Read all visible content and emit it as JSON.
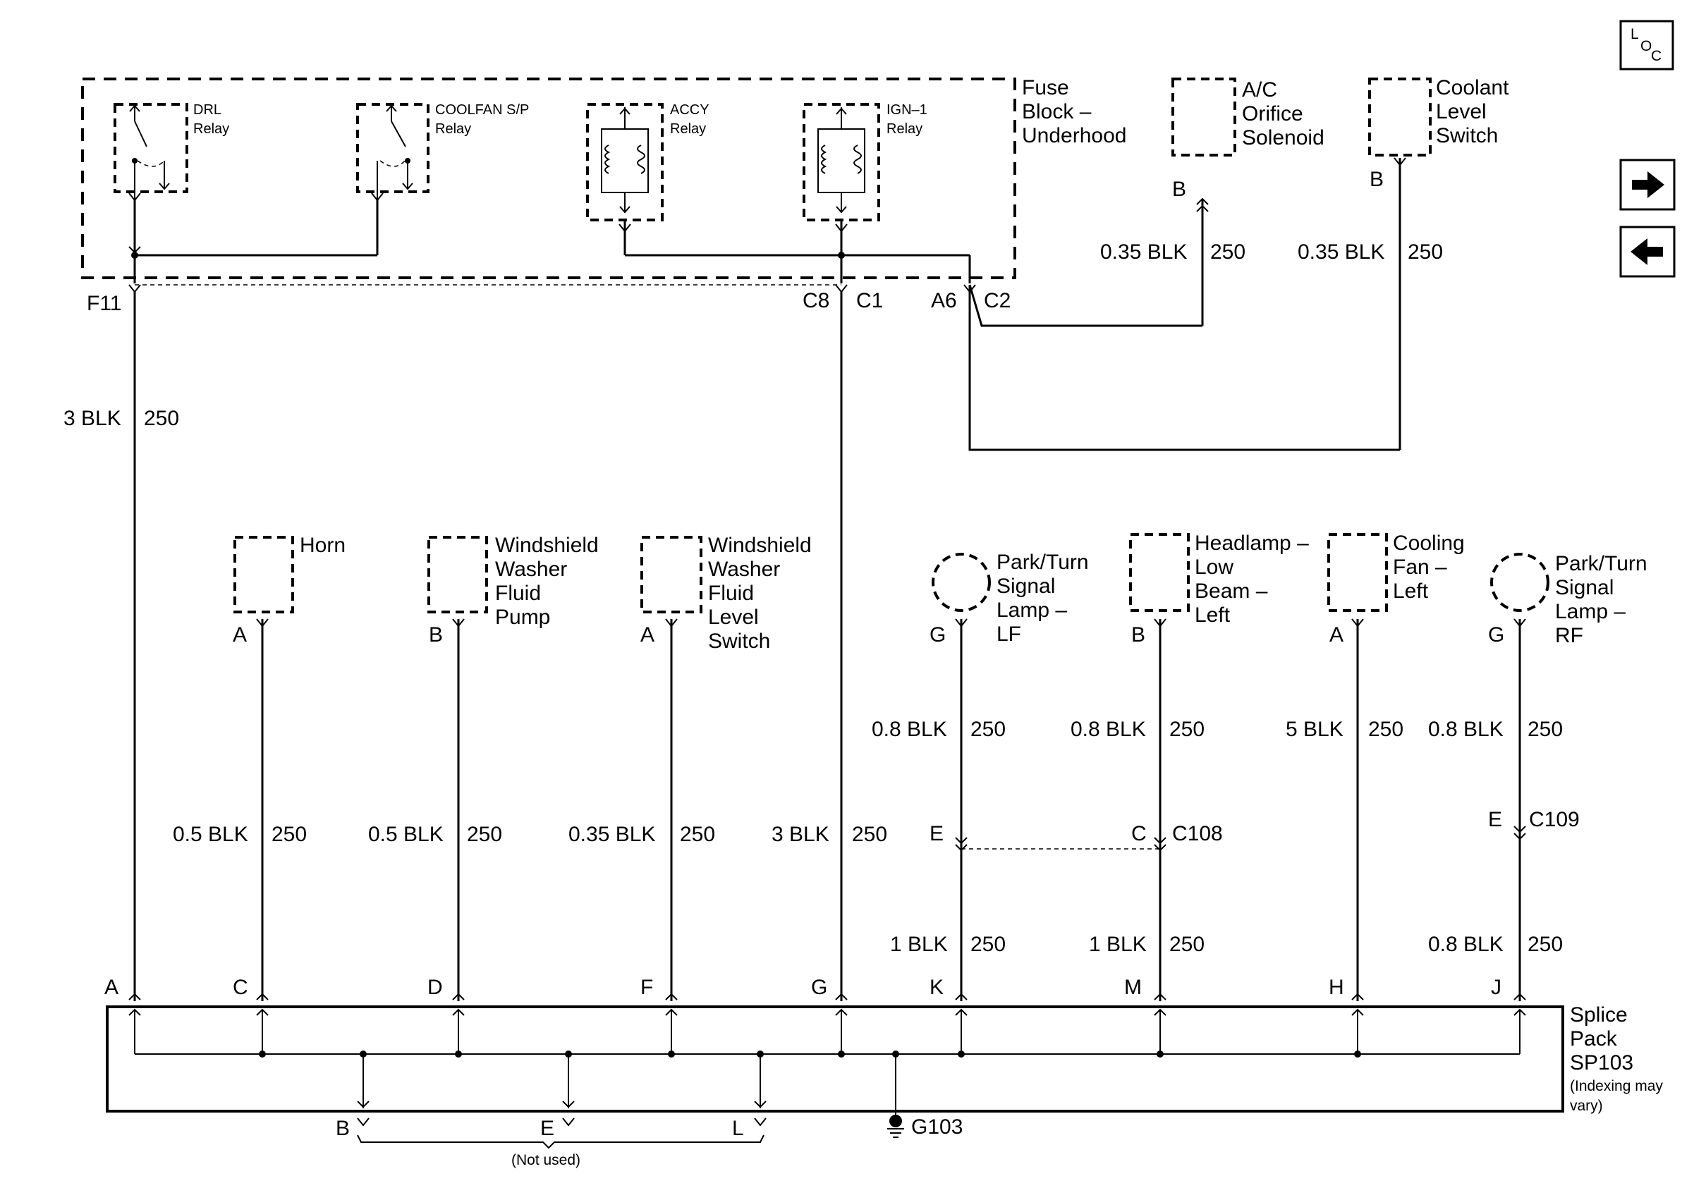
{
  "nav": {
    "loc_letters": [
      "L",
      "O",
      "C"
    ]
  },
  "fuse_block": {
    "label_lines": [
      "Fuse",
      "Block –",
      "Underhood"
    ],
    "relays": [
      {
        "lines": [
          "DRL",
          "Relay"
        ]
      },
      {
        "lines": [
          "COOLFAN S/P",
          "Relay"
        ]
      },
      {
        "lines": [
          "ACCY",
          "Relay"
        ]
      },
      {
        "lines": [
          "IGN–1",
          "Relay"
        ]
      }
    ],
    "pins": {
      "f11": "F11",
      "c8": "C8",
      "c1": "C1",
      "a6": "A6",
      "c2": "C2"
    }
  },
  "top_components": [
    {
      "lines": [
        "A/C",
        "Orifice",
        "Solenoid"
      ],
      "pin": "B",
      "wire": "0.35 BLK",
      "circuit": "250"
    },
    {
      "lines": [
        "Coolant",
        "Level",
        "Switch"
      ],
      "pin": "B",
      "wire": "0.35 BLK",
      "circuit": "250"
    }
  ],
  "main_wires": [
    {
      "wire": "3 BLK",
      "circuit": "250"
    },
    {
      "wire": "3 BLK",
      "circuit": "250"
    }
  ],
  "components": [
    {
      "lines": [
        "Horn"
      ],
      "pin": "A",
      "wire": "0.5 BLK",
      "circuit": "250"
    },
    {
      "lines": [
        "Windshield",
        "Washer",
        "Fluid",
        "Pump"
      ],
      "pin": "B",
      "wire": "0.5 BLK",
      "circuit": "250"
    },
    {
      "lines": [
        "Windshield",
        "Washer",
        "Fluid",
        "Level",
        "Switch"
      ],
      "pin": "A",
      "wire": "0.35 BLK",
      "circuit": "250"
    },
    {
      "lines": [
        "Park/Turn",
        "Signal",
        "Lamp –",
        "LF"
      ],
      "pin": "G",
      "wire": "0.8 BLK",
      "circuit": "250"
    },
    {
      "lines": [
        "Headlamp –",
        "Low",
        "Beam –",
        "Left"
      ],
      "pin": "B",
      "wire": "0.8 BLK",
      "circuit": "250"
    },
    {
      "lines": [
        "Cooling",
        "Fan –",
        "Left"
      ],
      "pin": "A",
      "wire": "5 BLK",
      "circuit": "250"
    },
    {
      "lines": [
        "Park/Turn",
        "Signal",
        "Lamp –",
        "RF"
      ],
      "pin": "G",
      "wire": "0.8 BLK",
      "circuit": "250"
    }
  ],
  "connectors": {
    "c108": {
      "name": "C108",
      "pin_e": "E",
      "pin_c": "C"
    },
    "c109": {
      "name": "C109",
      "pin_e": "E"
    }
  },
  "lower_wires": [
    {
      "wire": "1 BLK",
      "circuit": "250"
    },
    {
      "wire": "1 BLK",
      "circuit": "250"
    },
    {
      "wire": "0.8 BLK",
      "circuit": "250"
    }
  ],
  "splice_pack": {
    "label_lines": [
      "Splice",
      "Pack",
      "SP103"
    ],
    "note_lines": [
      "(Indexing may",
      "vary)"
    ],
    "pins": [
      "A",
      "C",
      "D",
      "F",
      "G",
      "K",
      "M",
      "H",
      "J"
    ],
    "unused_pins": [
      "B",
      "E",
      "L"
    ],
    "unused_note": "(Not used)"
  },
  "ground": {
    "label": "G103"
  }
}
